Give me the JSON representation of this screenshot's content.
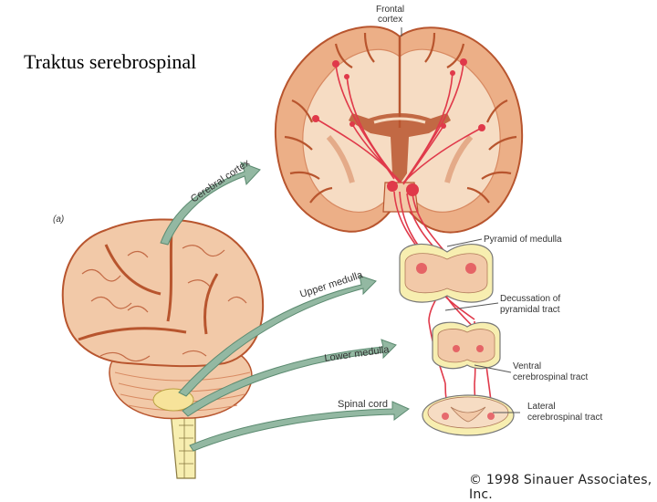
{
  "slide": {
    "title": "Traktus serebrospinal",
    "credit": "© 1998 Sinauer Associates, Inc."
  },
  "figure": {
    "panel_label": "(a)",
    "labels": {
      "frontal_cortex_1": "Frontal",
      "frontal_cortex_2": "cortex",
      "pyramid": "Pyramid of medulla",
      "decussation_1": "Decussation of",
      "decussation_2": "pyramidal tract",
      "ventral_1": "Ventral",
      "ventral_2": "cerebrospinal tract",
      "lateral_1": "Lateral",
      "lateral_2": "cerebrospinal tract"
    },
    "arrows": {
      "cerebral_cortex": "Cerebral cortex",
      "upper_medulla": "Upper medulla",
      "lower_medulla": "Lower medulla",
      "spinal_cord": "Spinal cord"
    }
  },
  "colors": {
    "brain_fill": "#f2c9a8",
    "brain_dark": "#b8552e",
    "cortex_fill": "#f6dcc3",
    "tract_red": "#e0394a",
    "arrow_green": "#93b8a2",
    "cord_yellow": "#f7eeb0"
  }
}
